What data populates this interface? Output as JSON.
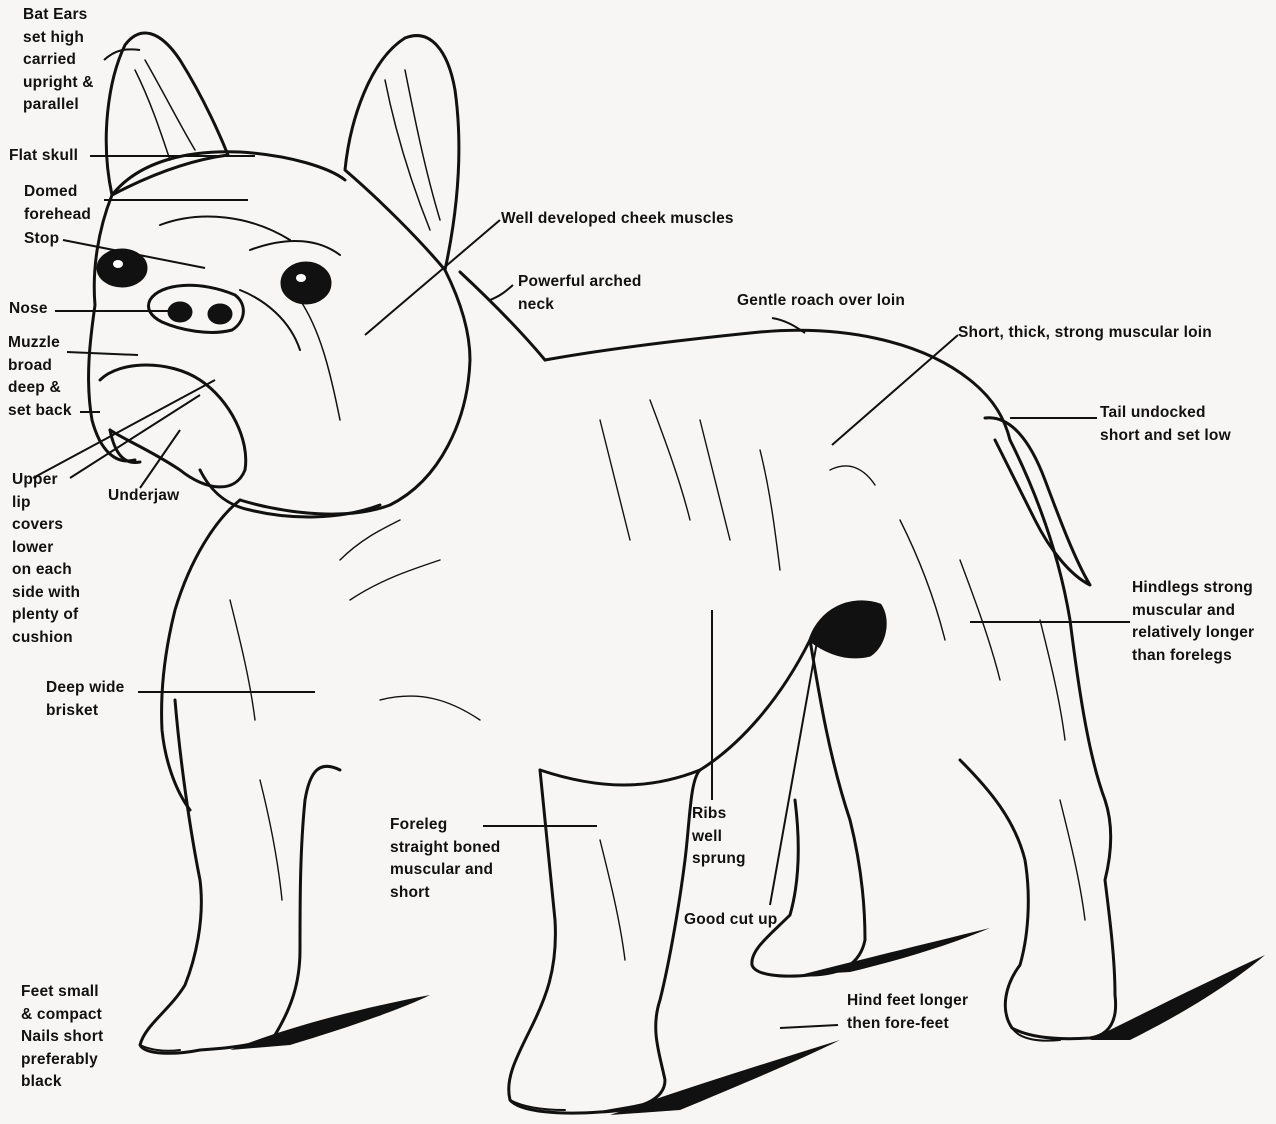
{
  "labels": {
    "bat_ears": "Bat Ears\nset high\ncarried\nupright &\nparallel",
    "flat_skull": "Flat skull",
    "domed_forehead": "Domed\nforehead",
    "stop": "Stop",
    "nose": "Nose",
    "muzzle": "Muzzle\nbroad\ndeep &\nset back",
    "upper_lip": "Upper\nlip\ncovers\nlower\non each\nside with\nplenty of\ncushion",
    "underjaw": "Underjaw",
    "cheek": "Well developed cheek muscles",
    "neck": "Powerful arched\nneck",
    "roach": "Gentle roach over loin",
    "loin": "Short, thick, strong muscular loin",
    "tail": "Tail undocked\nshort and set low",
    "hindlegs": "Hindlegs strong\nmuscular and\nrelatively longer\nthan forelegs",
    "brisket": "Deep wide\nbrisket",
    "foreleg": "Foreleg\nstraight boned\nmuscular and\nshort",
    "ribs": "Ribs\nwell\nsprung",
    "cut_up": "Good cut up",
    "hind_feet": "Hind feet longer\nthen fore-feet",
    "feet": "Feet small\n& compact\nNails short\npreferably\nblack"
  }
}
